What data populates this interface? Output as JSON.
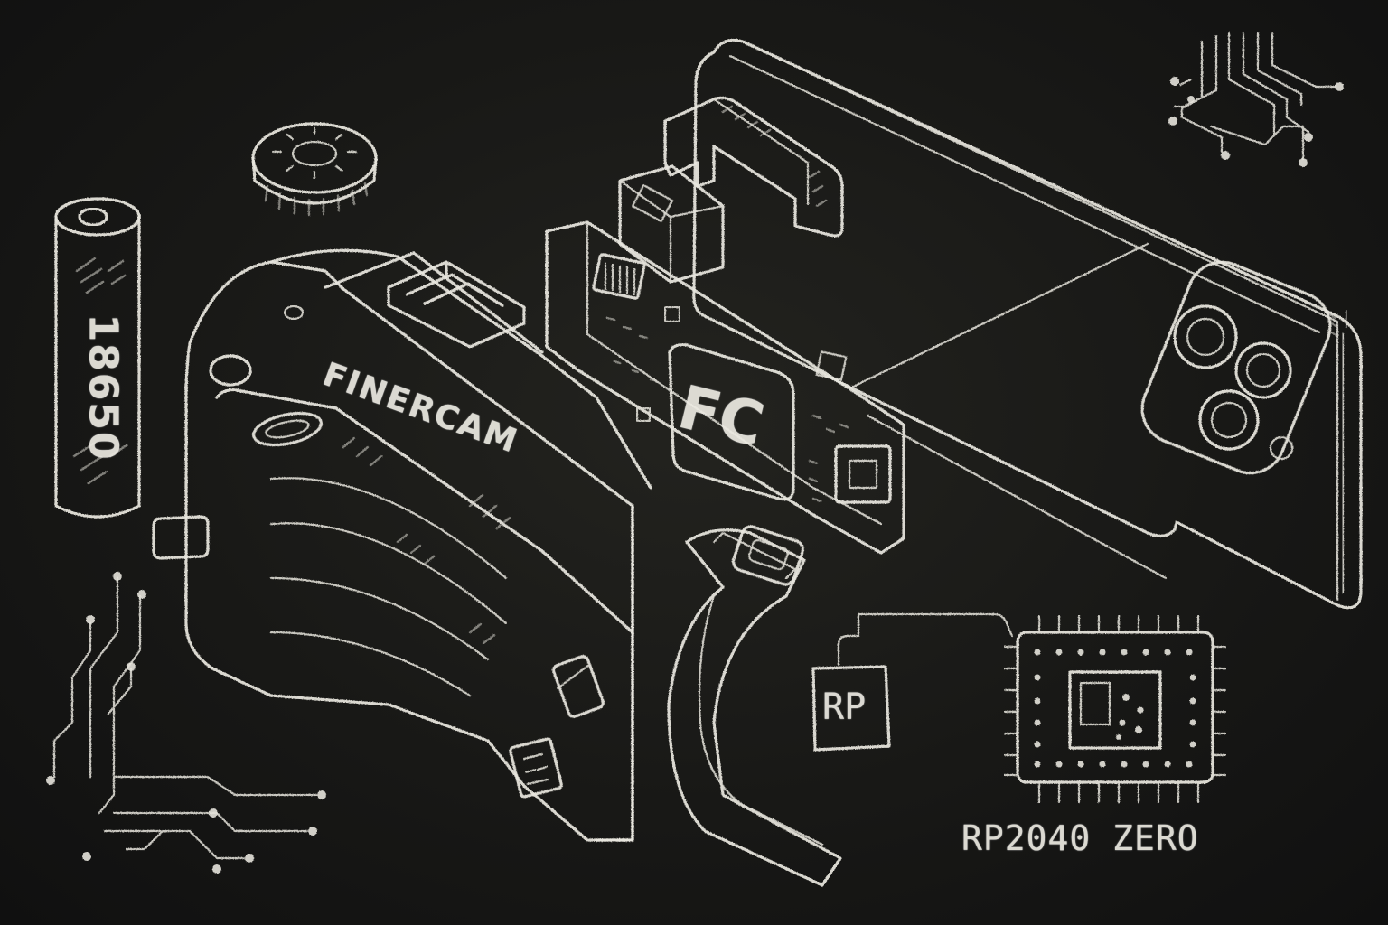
{
  "labels": {
    "battery": "18650",
    "brand": "FINERCAM",
    "board_logo": "FC",
    "small_chip": "RP",
    "chip_name": "RP2040 ZERO"
  },
  "colors": {
    "board": "#181816",
    "chalk": "#e9e7df"
  }
}
